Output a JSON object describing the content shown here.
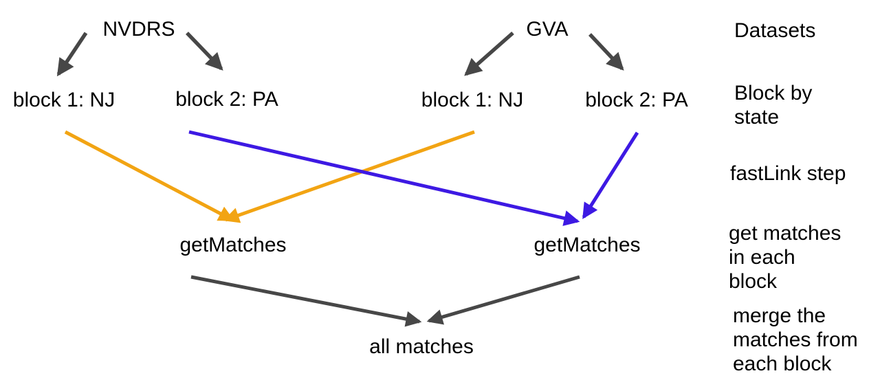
{
  "colors": {
    "dark": "#474747",
    "orange": "#f2a413",
    "blue": "#3d19e3",
    "text": "#000000",
    "background": "#ffffff"
  },
  "nodes": {
    "nvdrs": {
      "label": "NVDRS"
    },
    "gva": {
      "label": "GVA"
    },
    "nvdrs_block1": {
      "label": "block 1: NJ"
    },
    "nvdrs_block2": {
      "label": "block 2: PA"
    },
    "gva_block1": {
      "label": "block 1: NJ"
    },
    "gva_block2": {
      "label": "block 2: PA"
    },
    "get_matches_left": {
      "label": "getMatches"
    },
    "get_matches_right": {
      "label": "getMatches"
    },
    "all_matches": {
      "label": "all matches"
    }
  },
  "annotations": {
    "datasets": "Datasets",
    "block_by_state": "Block by\nstate",
    "fastlink_step": "fastLink step",
    "get_matches": "get matches\nin each\nblock",
    "merge": "merge the\nmatches from\neach block"
  },
  "arrows": [
    {
      "name": "nvdrs-to-block1",
      "color": "dark",
      "from": [
        125,
        48
      ],
      "to": [
        85,
        108
      ],
      "w": 5.5
    },
    {
      "name": "nvdrs-to-block2",
      "color": "dark",
      "from": [
        272,
        48
      ],
      "to": [
        322,
        100
      ],
      "w": 5.5
    },
    {
      "name": "gva-to-block1",
      "color": "dark",
      "from": [
        746,
        48
      ],
      "to": [
        678,
        108
      ],
      "w": 5.5
    },
    {
      "name": "gva-to-block2",
      "color": "dark",
      "from": [
        858,
        50
      ],
      "to": [
        905,
        100
      ],
      "w": 5.5
    },
    {
      "name": "block1-nvdrs-to-getmatches-left",
      "color": "orange",
      "from": [
        95,
        192
      ],
      "to": [
        338,
        320
      ],
      "w": 5
    },
    {
      "name": "block1-gva-to-getmatches-left",
      "color": "orange",
      "from": [
        690,
        192
      ],
      "to": [
        328,
        320
      ],
      "w": 5
    },
    {
      "name": "block2-nvdrs-to-getmatches-right",
      "color": "blue",
      "from": [
        275,
        192
      ],
      "to": [
        840,
        322
      ],
      "w": 5
    },
    {
      "name": "block2-gva-to-getmatches-right",
      "color": "blue",
      "from": [
        927,
        193
      ],
      "to": [
        849,
        316
      ],
      "w": 5
    },
    {
      "name": "getmatches-left-to-all-matches",
      "color": "dark",
      "from": [
        278,
        403
      ],
      "to": [
        610,
        468
      ],
      "w": 5
    },
    {
      "name": "getmatches-right-to-all-matches",
      "color": "dark",
      "from": [
        843,
        403
      ],
      "to": [
        624,
        467
      ],
      "w": 5
    }
  ]
}
